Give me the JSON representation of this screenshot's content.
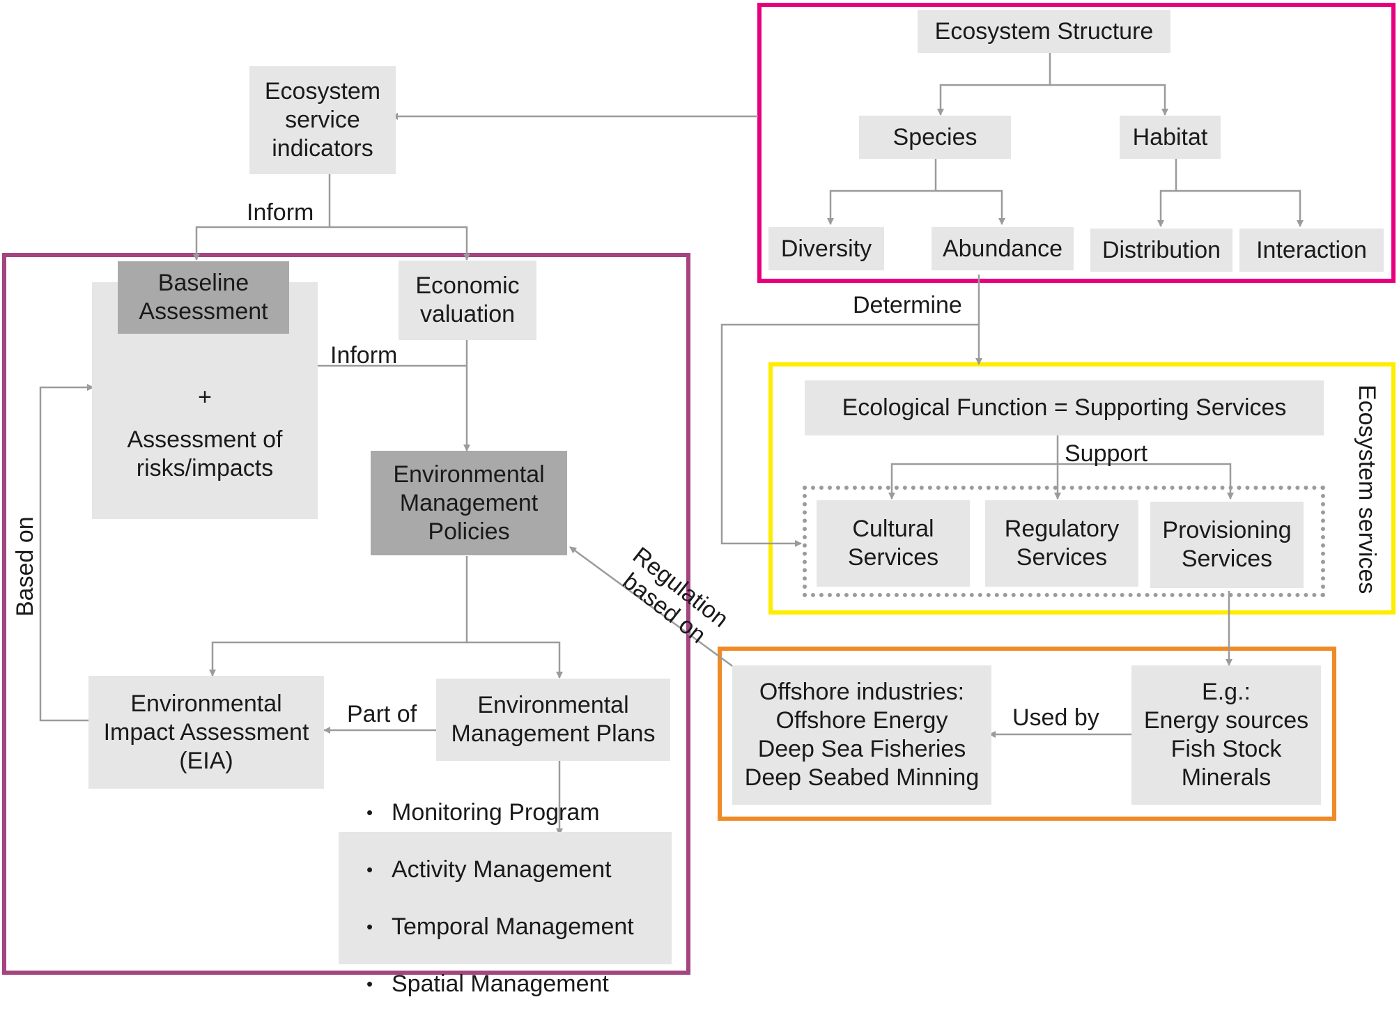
{
  "colors": {
    "ecosystem_structure_frame": "#e6007e",
    "ecosystem_services_frame": "#ffed00",
    "industries_frame": "#f08a24",
    "management_frame": "#a4457f",
    "box_fill": "#e6e6e6",
    "box_dark_fill": "#a9a9a9",
    "arrow": "#9b9b9b"
  },
  "nodes": {
    "ecosystem_structure": "Ecosystem Structure",
    "species": "Species",
    "habitat": "Habitat",
    "diversity": "Diversity",
    "abundance": "Abundance",
    "distribution": "Distribution",
    "interaction": "Interaction",
    "ecosystem_service_indicators": "Ecosystem\nservice\nindicators",
    "baseline_assessment": "Baseline\nAssessment",
    "plus": "+",
    "assessment_of_risks": "Assessment of\nrisks/impacts",
    "economic_valuation": "Economic\nvaluation",
    "environmental_management_policies": "Environmental\nManagement\nPolicies",
    "eia": "Environmental\nImpact Assessment\n(EIA)",
    "environmental_management_plans": "Environmental\nManagement Plans",
    "plan_items": [
      "Monitoring Program",
      "Activity Management",
      "Temporal Management",
      "Spatial Management"
    ],
    "ecological_function": "Ecological Function = Supporting Services",
    "cultural_services": "Cultural\nServices",
    "regulatory_services": "Regulatory\nServices",
    "provisioning_services": "Provisioning\nServices",
    "ecosystem_services_label": "Ecosystem services",
    "offshore_industries": "Offshore industries:\nOffshore Energy\nDeep Sea Fisheries\nDeep Seabed Minning",
    "examples": "E.g.:\nEnergy sources\nFish Stock\nMinerals"
  },
  "edge_labels": {
    "inform_top": "Inform",
    "inform_mid": "Inform",
    "determine": "Determine",
    "support": "Support",
    "part_of": "Part of",
    "used_by": "Used by",
    "based_on": "Based on",
    "regulation_based_on": "Regulation\nbased on"
  }
}
